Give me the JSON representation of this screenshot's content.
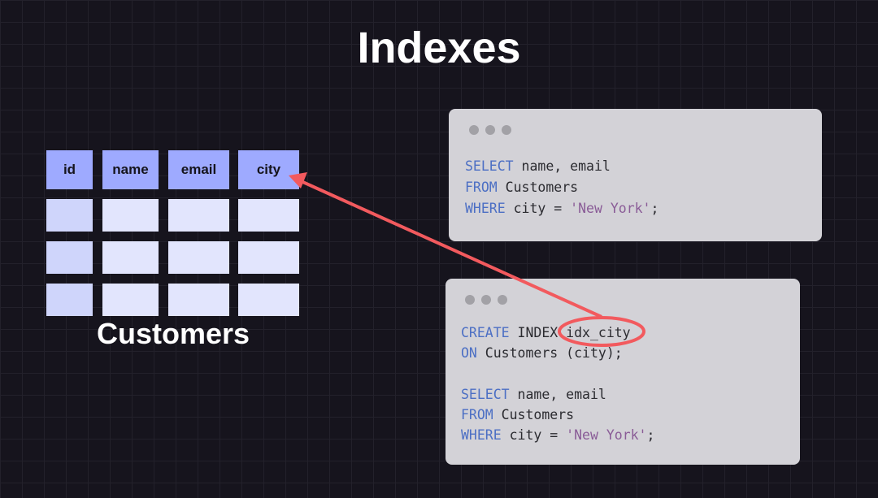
{
  "title": "Indexes",
  "table": {
    "name": "Customers",
    "columns": [
      "id",
      "name",
      "email",
      "city"
    ],
    "rows": 3
  },
  "query_panel": {
    "lines": [
      [
        {
          "t": "SELECT",
          "k": "kw"
        },
        {
          "t": " name, email",
          "k": ""
        }
      ],
      [
        {
          "t": "FROM",
          "k": "kw"
        },
        {
          "t": " Customers",
          "k": ""
        }
      ],
      [
        {
          "t": "WHERE",
          "k": "kw"
        },
        {
          "t": " city = ",
          "k": ""
        },
        {
          "t": "'New York'",
          "k": "str"
        },
        {
          "t": ";",
          "k": ""
        }
      ]
    ]
  },
  "index_panel": {
    "lines": [
      [
        {
          "t": "CREATE",
          "k": "kw"
        },
        {
          "t": " INDEX idx_city",
          "k": ""
        }
      ],
      [
        {
          "t": "ON",
          "k": "kw"
        },
        {
          "t": " Customers (city);",
          "k": ""
        }
      ],
      [],
      [
        {
          "t": "SELECT",
          "k": "kw"
        },
        {
          "t": " name, email",
          "k": ""
        }
      ],
      [
        {
          "t": "FROM",
          "k": "kw"
        },
        {
          "t": " Customers",
          "k": ""
        }
      ],
      [
        {
          "t": "WHERE",
          "k": "kw"
        },
        {
          "t": " city = ",
          "k": ""
        },
        {
          "t": "'New York'",
          "k": "str"
        },
        {
          "t": ";",
          "k": ""
        }
      ]
    ]
  },
  "colors": {
    "arrow": "#f25a5e",
    "header": "#9eaaff",
    "keyword": "#4c6fc4",
    "string": "#8a5c97"
  }
}
